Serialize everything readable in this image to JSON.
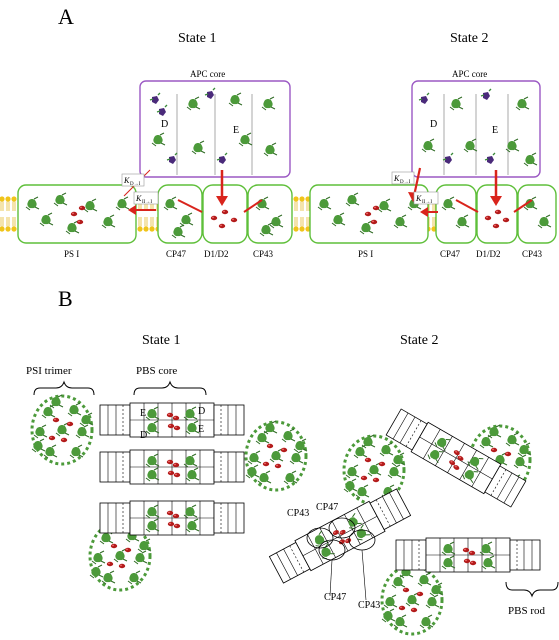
{
  "panel_a": {
    "label": "A",
    "state1_title": "State 1",
    "state2_title": "State 2",
    "apc_core": "APC core",
    "apc_left": "D",
    "apc_right": "E",
    "psi": "PS I",
    "cp47": "CP47",
    "d1d2": "D1/D2",
    "cp43": "CP43",
    "k_d_i": "K",
    "k_d_i_sub": "D→I",
    "k_ii_i": "K",
    "k_ii_i_sub": "II→I"
  },
  "panel_b": {
    "label": "B",
    "state1_title": "State 1",
    "state2_title": "State 2",
    "psi_trimer": "PSI trimer",
    "pbs_core": "PBS core",
    "pbs_rod": "PBS rod",
    "core_labels": [
      "E",
      "D",
      "D",
      "E"
    ],
    "cp43_a": "CP43",
    "cp47_a": "CP47",
    "cp47_b": "CP47",
    "cp43_b": "CP43"
  },
  "colors": {
    "apc_border": "#9b59c4",
    "psi_border": "#5fbf3a",
    "membrane": "#f0c419",
    "transfer_arrow": "#d9241c",
    "protein_green": "#4c9a3a",
    "pigment_red": "#b31b1b"
  }
}
